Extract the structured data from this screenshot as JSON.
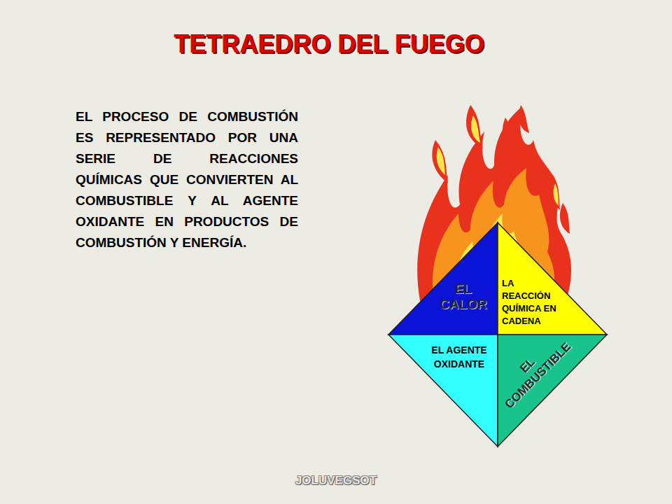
{
  "diagram": {
    "title": "TETRAEDRO DEL FUEGO",
    "nodes": [
      {
        "text": [
          "EL CALOR"
        ]
      },
      {
        "text": [
          "LA REACCIÓN QUÍMICA EN CADENA"
        ]
      },
      {
        "text": [
          "EL AGENTE OXIDANTE"
        ]
      },
      {
        "text": [
          "EL COMBUSTIBLE"
        ]
      }
    ],
    "labels": [
      "EL PROCESO DE COMBUSTIÓN ES REPRESENTADO POR UNA SERIE DE REACCIONES QUÍMICAS QUE CONVIERTEN AL COMBUSTIBLE Y AL AGENTE OXIDANTE EN PRODUCTOS DE COMBUSTIÓN Y ENERGÍA.",
      "JOLUVEGSOT"
    ]
  }
}
